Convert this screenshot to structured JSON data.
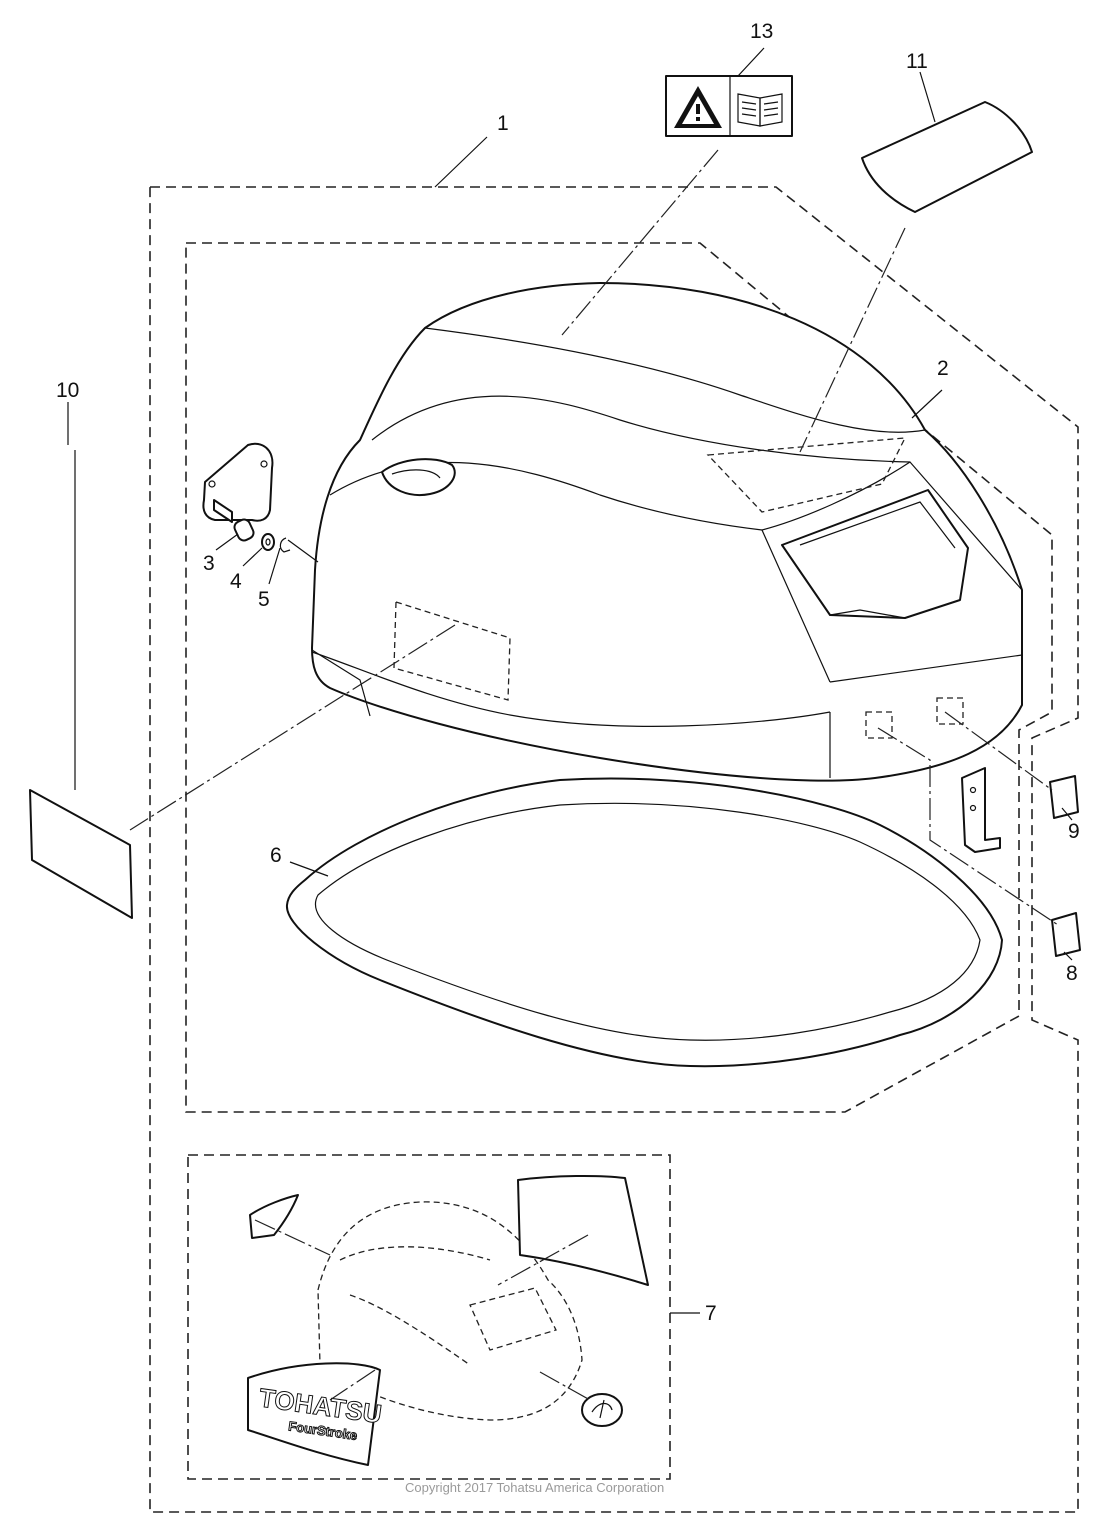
{
  "callouts": {
    "c1": "1",
    "c2": "2",
    "c3": "3",
    "c4": "4",
    "c5": "5",
    "c6": "6",
    "c7": "7",
    "c8": "8",
    "c9": "9",
    "c10": "10",
    "c11": "11",
    "c13": "13"
  },
  "decal_logo": "TOHATSU",
  "decal_sub": "FourStroke",
  "copyright": "Copyright 2017 Tohatsu America Corporation",
  "icons": [
    "warning-triangle-icon",
    "manual-book-icon"
  ]
}
